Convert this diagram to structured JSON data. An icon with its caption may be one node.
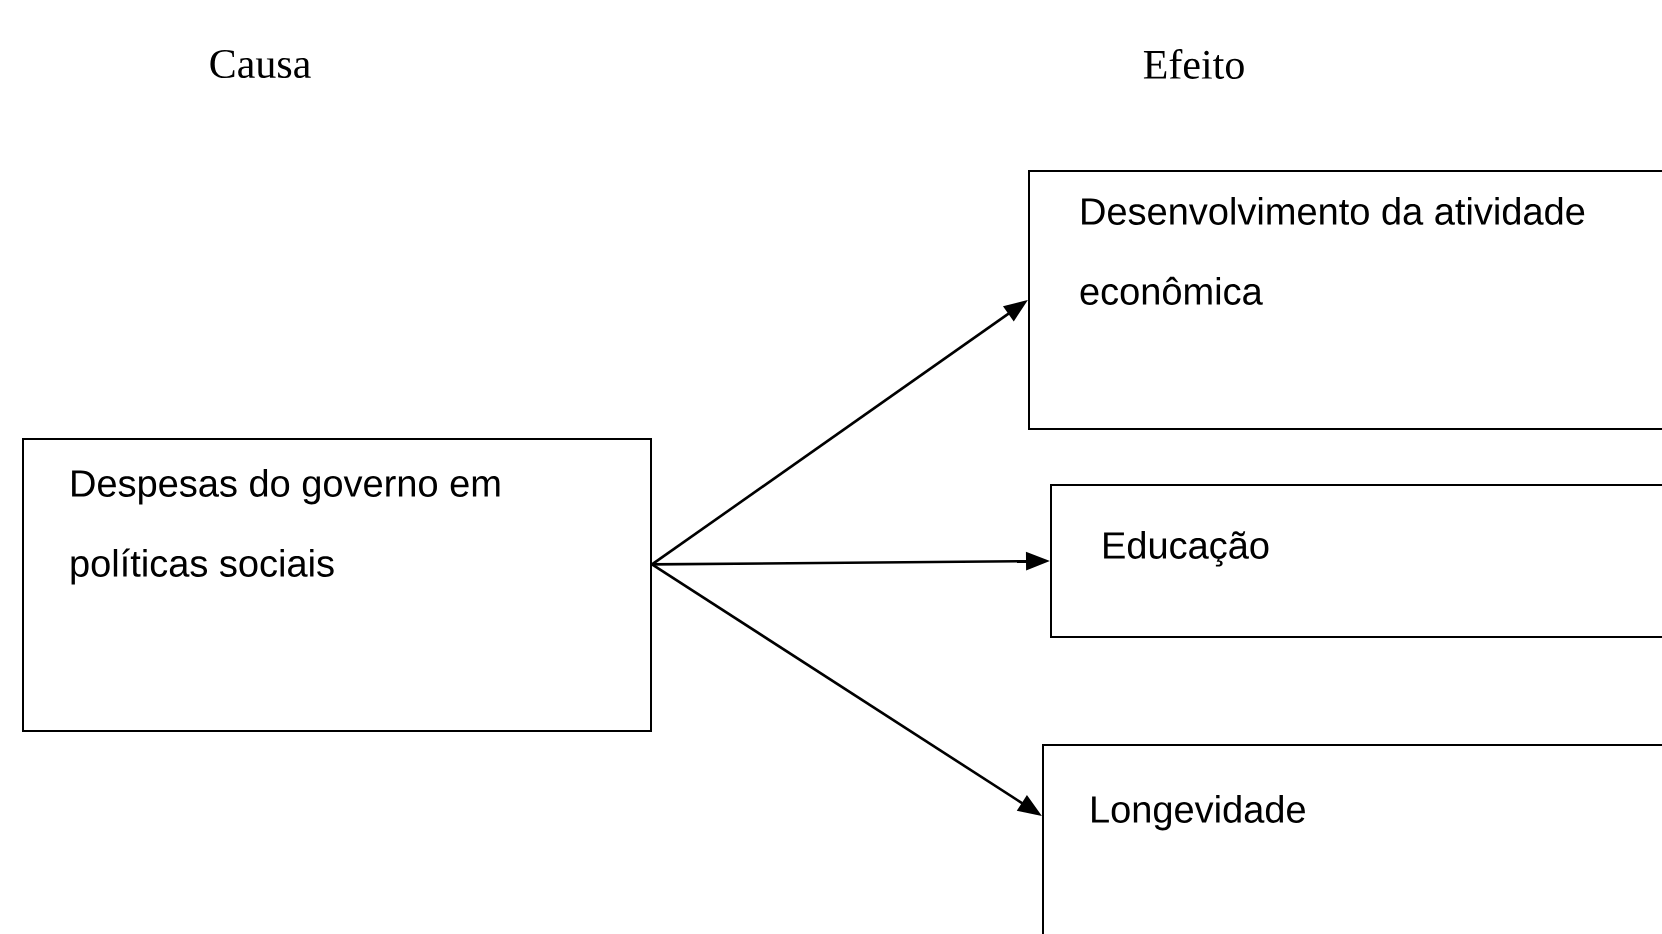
{
  "diagram": {
    "nodes": [
      {
        "text": [
          "Despesas do governo em políticas sociais"
        ]
      },
      {
        "text": [
          "Desenvolvimento da atividade econômica"
        ]
      },
      {
        "text": [
          "Educação"
        ]
      },
      {
        "text": [
          "Longevidade"
        ]
      }
    ],
    "edges": [
      {
        "from": 0,
        "to": 1,
        "arrow": "to"
      },
      {
        "from": 0,
        "to": 2,
        "arrow": "to"
      },
      {
        "from": 0,
        "to": 3,
        "arrow": "to"
      }
    ],
    "labels": [
      "Causa",
      "Efeito"
    ]
  }
}
